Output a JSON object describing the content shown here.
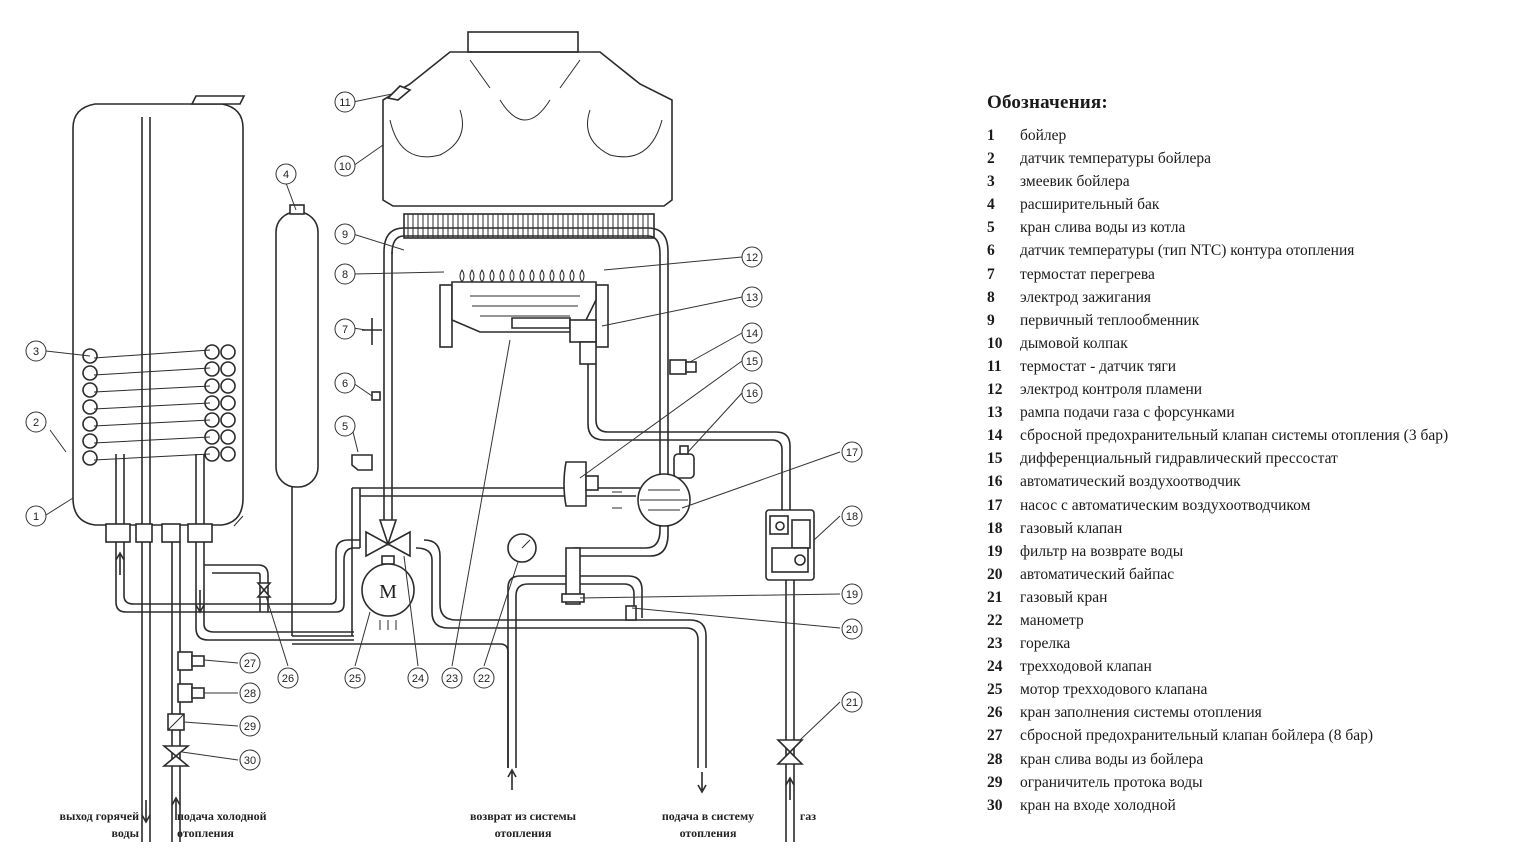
{
  "legend": {
    "title": "Обозначения:",
    "items": [
      {
        "num": "1",
        "text": "бойлер"
      },
      {
        "num": "2",
        "text": "датчик температуры бойлера"
      },
      {
        "num": "3",
        "text": "змеевик бойлера"
      },
      {
        "num": "4",
        "text": "расширительный бак"
      },
      {
        "num": "5",
        "text": "кран слива воды из котла"
      },
      {
        "num": "6",
        "text": "датчик температуры (тип NTC) контура отопления"
      },
      {
        "num": "7",
        "text": "термостат перегрева"
      },
      {
        "num": "8",
        "text": "электрод зажигания"
      },
      {
        "num": "9",
        "text": "первичный теплообменник"
      },
      {
        "num": "10",
        "text": "дымовой колпак"
      },
      {
        "num": "11",
        "text": "термостат - датчик тяги"
      },
      {
        "num": "12",
        "text": "электрод контроля пламени"
      },
      {
        "num": "13",
        "text": "рампа подачи газа с форсунками"
      },
      {
        "num": "14",
        "text": "сбросной предохранительный клапан системы  отопления (3 бар)"
      },
      {
        "num": "15",
        "text": "дифференциальный гидравлический прессостат"
      },
      {
        "num": "16",
        "text": "автоматический воздухоотводчик"
      },
      {
        "num": "17",
        "text": "насос с автоматическим воздухоотводчиком"
      },
      {
        "num": "18",
        "text": "газовый клапан"
      },
      {
        "num": "19",
        "text": "фильтр на возврате воды"
      },
      {
        "num": "20",
        "text": "автоматический байпас"
      },
      {
        "num": "21",
        "text": "газовый кран"
      },
      {
        "num": "22",
        "text": "манометр"
      },
      {
        "num": "23",
        "text": "горелка"
      },
      {
        "num": "24",
        "text": "трехходовой клапан"
      },
      {
        "num": "25",
        "text": "мотор трехходового клапана"
      },
      {
        "num": "26",
        "text": "кран заполнения системы отопления"
      },
      {
        "num": "27",
        "text": "сбросной предохранительный клапан бойлера (8  бар)"
      },
      {
        "num": "28",
        "text": "кран слива воды из бойлера"
      },
      {
        "num": "29",
        "text": "ограничитель протока воды"
      },
      {
        "num": "30",
        "text": "кран на входе холодной"
      }
    ]
  },
  "connections": {
    "hot_water_out": [
      "выход горячей",
      "воды"
    ],
    "cold_supply": [
      "подача холодной",
      "отопления"
    ],
    "heating_return": [
      "возврат из системы",
      "отопления"
    ],
    "heating_supply": [
      "подача в систему",
      "отопления"
    ],
    "gas": [
      "газ"
    ]
  },
  "motor_letter": "M",
  "callouts": [
    "1",
    "2",
    "3",
    "4",
    "5",
    "6",
    "7",
    "8",
    "9",
    "10",
    "11",
    "12",
    "13",
    "14",
    "15",
    "16",
    "17",
    "18",
    "19",
    "20",
    "21",
    "22",
    "23",
    "24",
    "25",
    "26",
    "27",
    "28",
    "29",
    "30"
  ]
}
